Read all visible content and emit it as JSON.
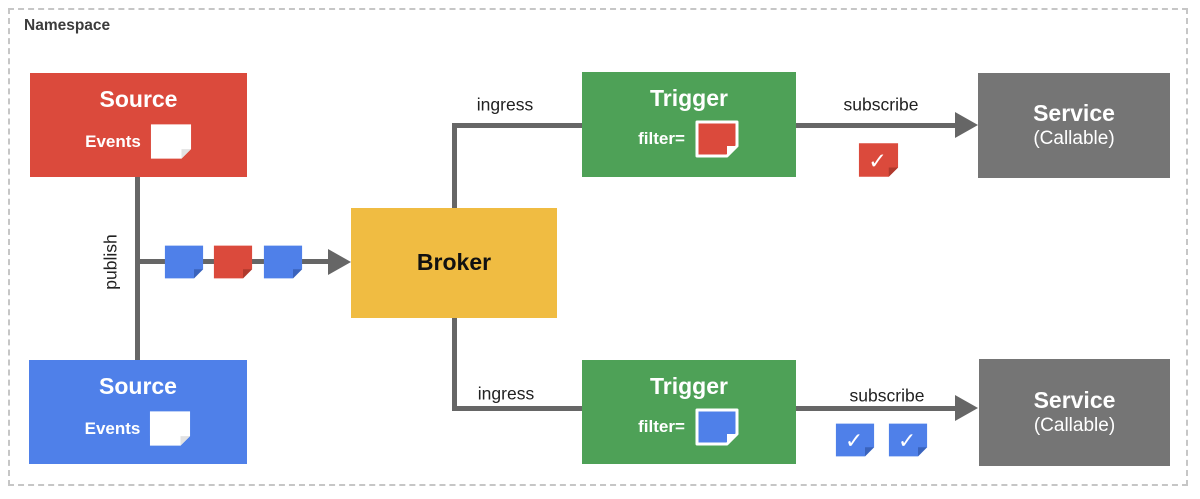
{
  "namespace": {
    "label": "Namespace"
  },
  "colors": {
    "red": "#DB4A3C",
    "red_dark": "#AF392D",
    "blue": "#4F80E9",
    "blue_dark": "#3A63BC",
    "green": "#4EA157",
    "yellow": "#F0BC42",
    "gray": "#757575",
    "line": "#666666",
    "white_fold": "#E2E2E2",
    "ns_border": "#C6C6C6"
  },
  "nodes": {
    "source_top": {
      "title": "Source",
      "sublabel": "Events"
    },
    "source_bottom": {
      "title": "Source",
      "sublabel": "Events"
    },
    "broker": {
      "title": "Broker"
    },
    "trigger_top": {
      "title": "Trigger",
      "sublabel": "filter="
    },
    "trigger_bottom": {
      "title": "Trigger",
      "sublabel": "filter="
    },
    "service_top": {
      "title": "Service",
      "subtitle": "(Callable)"
    },
    "service_bottom": {
      "title": "Service",
      "subtitle": "(Callable)"
    }
  },
  "edges": {
    "publish": {
      "label": "publish"
    },
    "ingress_top": {
      "label": "ingress"
    },
    "ingress_bottom": {
      "label": "ingress"
    },
    "subscribe_top": {
      "label": "subscribe"
    },
    "subscribe_bottom": {
      "label": "subscribe"
    }
  },
  "icons": {
    "check_glyph": "✓"
  }
}
